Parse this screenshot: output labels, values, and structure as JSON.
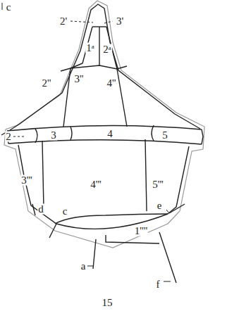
{
  "diagram": {
    "labels": [
      "c",
      "2'",
      "3'",
      "1ᵃ",
      "2ᵃ",
      "2''",
      "3''",
      "4''",
      "2",
      "3",
      "4",
      "5",
      "3'''",
      "4'''",
      "5'''",
      "d",
      "c",
      "e",
      "1''''",
      "a",
      "f",
      "15"
    ]
  }
}
